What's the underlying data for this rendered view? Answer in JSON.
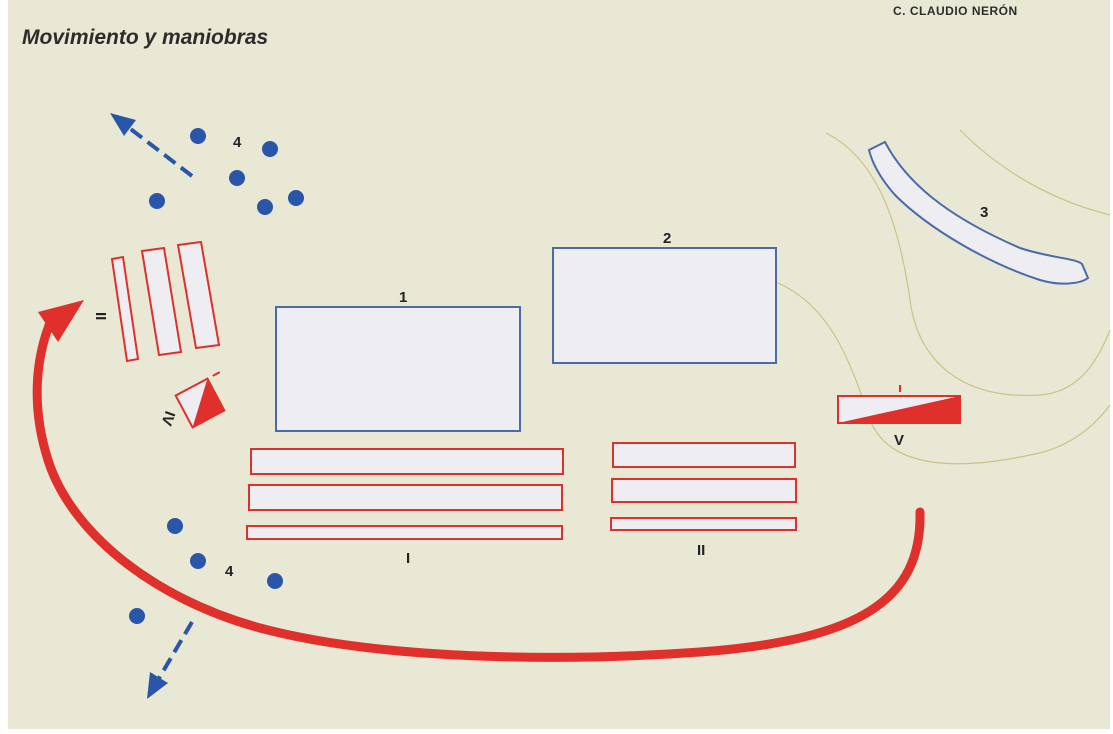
{
  "page": {
    "title": "Movimiento y maniobras",
    "header_right": "C. CLAUDIO NERÓN"
  },
  "labels": {
    "unit_1": "1",
    "unit_2": "2",
    "unit_3": "3",
    "cavalry_top": "4",
    "cavalry_bottom": "4",
    "line_I": "I",
    "line_II_bottom": "II",
    "line_II_left": "II",
    "unit_IV": "IV",
    "unit_V": "V"
  },
  "colors": {
    "background": "#e9e8d4",
    "roman_red": "#e0302c",
    "enemy_blue": "#4a6aaa",
    "cavalry_blue": "#2956a8",
    "fill_light": "#eeeef2",
    "terrain": "#c9c486"
  },
  "icons": {
    "red_arrow": "curved-maneuver-arrow",
    "blue_arrows": "dashed-retreat-arrow"
  }
}
